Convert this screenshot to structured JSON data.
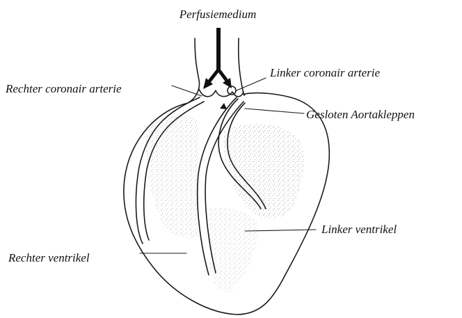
{
  "labels": {
    "perfusion_medium": "Perfusiemedium",
    "right_coronary_artery": "Rechter coronair arterie",
    "left_coronary_artery": "Linker coronair arterie",
    "closed_aortic_valves": "Gesloten Aortakleppen",
    "left_ventricle": "Linker ventrikel",
    "right_ventricle": "Rechter ventrikel"
  },
  "colors": {
    "ink": "#1a1a1a",
    "stipple": "#9a9a9a",
    "background": "#ffffff"
  }
}
